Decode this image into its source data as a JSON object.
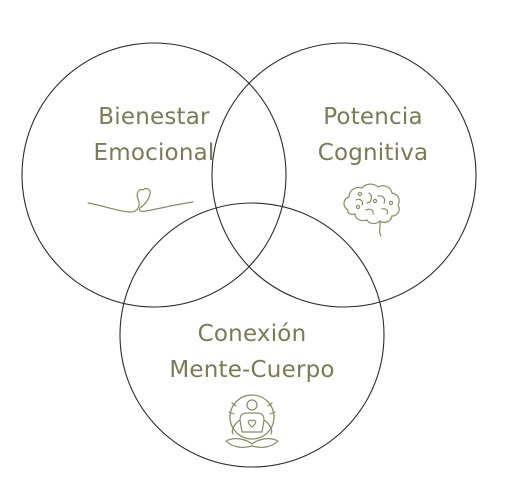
{
  "diagram": {
    "circles": [
      {
        "id": "bienestar",
        "label_lines": [
          "Bienestar",
          "Emocional"
        ],
        "icon": "heart-line-icon"
      },
      {
        "id": "potencia",
        "label_lines": [
          "Potencia",
          "Cognitiva"
        ],
        "icon": "brain-icon"
      },
      {
        "id": "conexion",
        "label_lines": [
          "Conexión",
          "Mente-Cuerpo"
        ],
        "icon": "meditation-icon"
      }
    ],
    "colors": {
      "outline": "#2b2b2b",
      "text": "#7a7a55",
      "icon": "#8a8a63",
      "background": "#ffffff"
    }
  }
}
